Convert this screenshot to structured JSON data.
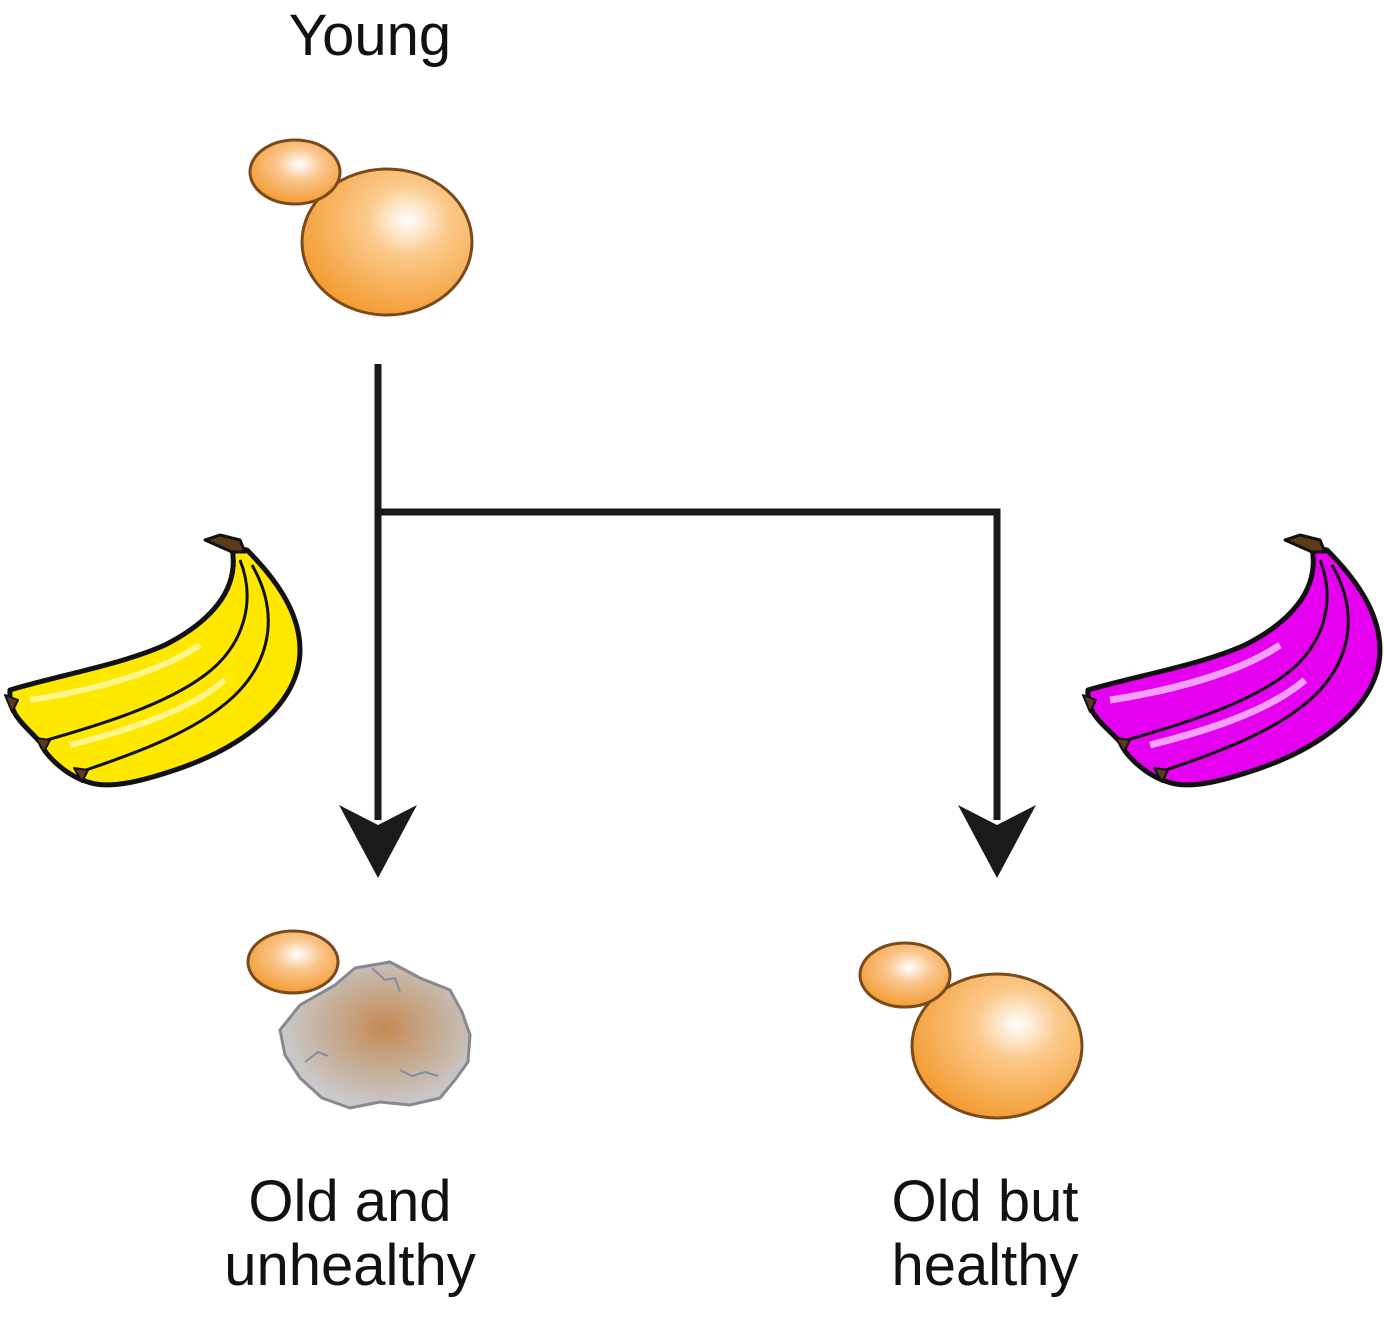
{
  "labels": {
    "young": "Young",
    "unhealthy_line1": "Old and",
    "unhealthy_line2": "unhealthy",
    "healthy_line1": "Old but",
    "healthy_line2": "healthy"
  },
  "colors": {
    "cell_fill": "#F7A23E",
    "cell_outline": "#7A4A1C",
    "damaged_cell_fill": "#C9C9CB",
    "damaged_cell_core": "#C58A55",
    "arrow": "#1A1A1A",
    "yellow_banana": "#FFE800",
    "magenta_banana": "#E600F0",
    "banana_outline": "#111111"
  },
  "icons": {
    "young_cell": "budding-yeast-cell-icon",
    "unhealthy_cell": "damaged-yeast-cell-icon",
    "healthy_cell": "budding-yeast-cell-icon",
    "left_banana": "yellow-banana-bunch-icon",
    "right_banana": "magenta-banana-bunch-icon"
  }
}
